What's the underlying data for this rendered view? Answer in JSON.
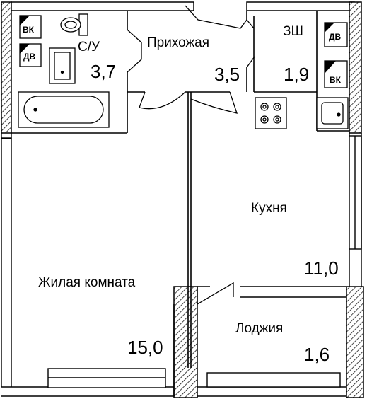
{
  "rooms": [
    {
      "name": "С/У",
      "area": "3,7"
    },
    {
      "name": "Прихожая",
      "area": "3,5"
    },
    {
      "name": "ЗШ",
      "area": "1,9"
    },
    {
      "name": "Кухня",
      "area": "11,0"
    },
    {
      "name": "Жилая комната",
      "area": "15,0"
    },
    {
      "name": "Лоджия",
      "area": "1,6"
    }
  ],
  "risers": {
    "vk": "ВК",
    "db": "ДВ"
  },
  "icons": [
    "toilet-icon",
    "sink-icon",
    "bathtub-icon",
    "stove-icon",
    "kitchen-sink-icon"
  ]
}
